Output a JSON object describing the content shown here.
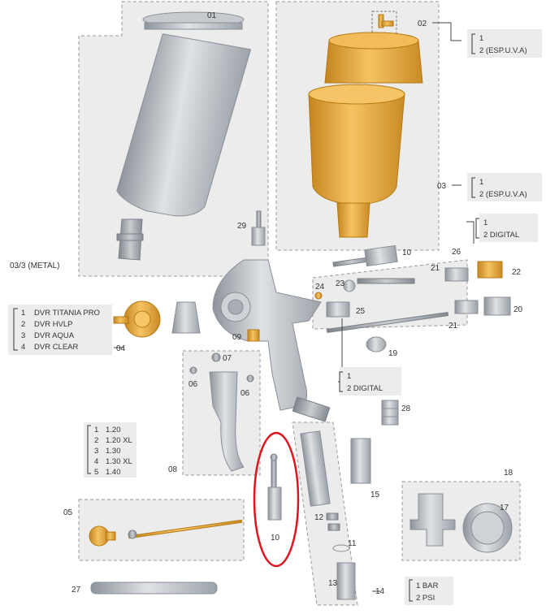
{
  "parts": {
    "p01": "01",
    "p02": "02",
    "p03": "03",
    "p03_metal": "03/3 (METAL)",
    "p04": "04",
    "p05": "05",
    "p06a": "06",
    "p06b": "06",
    "p07": "07",
    "p08": "08",
    "p09": "09",
    "p10a": "10",
    "p10b": "10",
    "p11": "11",
    "p12": "12",
    "p13": "13",
    "p14": "14",
    "p15": "15",
    "p17": "17",
    "p18": "18",
    "p19": "19",
    "p20": "20",
    "p21a": "21",
    "p21b": "21",
    "p22": "22",
    "p23": "23",
    "p24": "24",
    "p25": "25",
    "p26": "26",
    "p27": "27",
    "p28": "28",
    "p29": "29"
  },
  "options": {
    "o02": [
      "1",
      "2 (ESP.U.V.A)"
    ],
    "o03": [
      "1",
      "2 (ESP.U.V.A)"
    ],
    "o26": [
      "1",
      "2 DIGITAL"
    ],
    "o25": [
      "1",
      "2 DIGITAL"
    ],
    "o04": [
      {
        "num": "1",
        "text": "DVR TITANIA PRO"
      },
      {
        "num": "2",
        "text": "DVR HVLP"
      },
      {
        "num": "3",
        "text": "DVR AQUA"
      },
      {
        "num": "4",
        "text": "DVR CLEAR"
      }
    ],
    "o05": [
      {
        "num": "1",
        "text": "1.20"
      },
      {
        "num": "2",
        "text": "1.20 XL"
      },
      {
        "num": "3",
        "text": "1.30"
      },
      {
        "num": "4",
        "text": "1.30 XL"
      },
      {
        "num": "5",
        "text": "1.40"
      }
    ],
    "o14": [
      "1 BAR",
      "2 PSI"
    ]
  },
  "colors": {
    "highlight": "#e0141e",
    "gold": "#e2a43a",
    "metal": "#b9bec4"
  }
}
